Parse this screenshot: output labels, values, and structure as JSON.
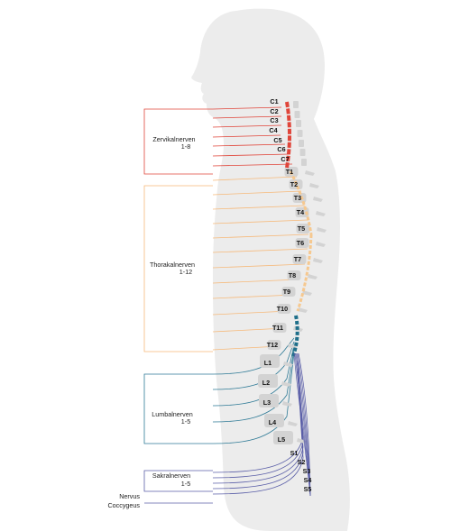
{
  "groups": [
    {
      "key": "cervical",
      "label": "Zervikalnerven",
      "range": "1-8",
      "color": "#e0453a"
    },
    {
      "key": "thoracic",
      "label": "Thorakalnerven",
      "range": "1-12",
      "color": "#f6b97a"
    },
    {
      "key": "lumbar",
      "label": "Lumbalnerven",
      "range": "1-5",
      "color": "#2e7a96"
    },
    {
      "key": "sacral",
      "label": "Sakralnerven",
      "range": "1-5",
      "color": "#5b5fa8"
    },
    {
      "key": "coccygeal",
      "label_line1": "Nervus",
      "label_line2": "Coccygeus",
      "color": "#5b5fa8"
    }
  ],
  "segments": {
    "cervical": [
      "C1",
      "C2",
      "C3",
      "C4",
      "C5",
      "C6",
      "C7"
    ],
    "thoracic": [
      "T1",
      "T2",
      "T3",
      "T4",
      "T5",
      "T6",
      "T7",
      "T8",
      "T9",
      "T10",
      "T11",
      "T12"
    ],
    "lumbar": [
      "L1",
      "L2",
      "L3",
      "L4",
      "L5"
    ],
    "sacral": [
      "S1",
      "S2",
      "S3",
      "S4",
      "S5"
    ]
  },
  "colors": {
    "body": "#ececec",
    "vertebra": "#d3d3d3",
    "cord_cervical": "#e0453a",
    "cord_thoracic": "#f6c88f",
    "cord_lumbar": "#1f6f8a"
  }
}
